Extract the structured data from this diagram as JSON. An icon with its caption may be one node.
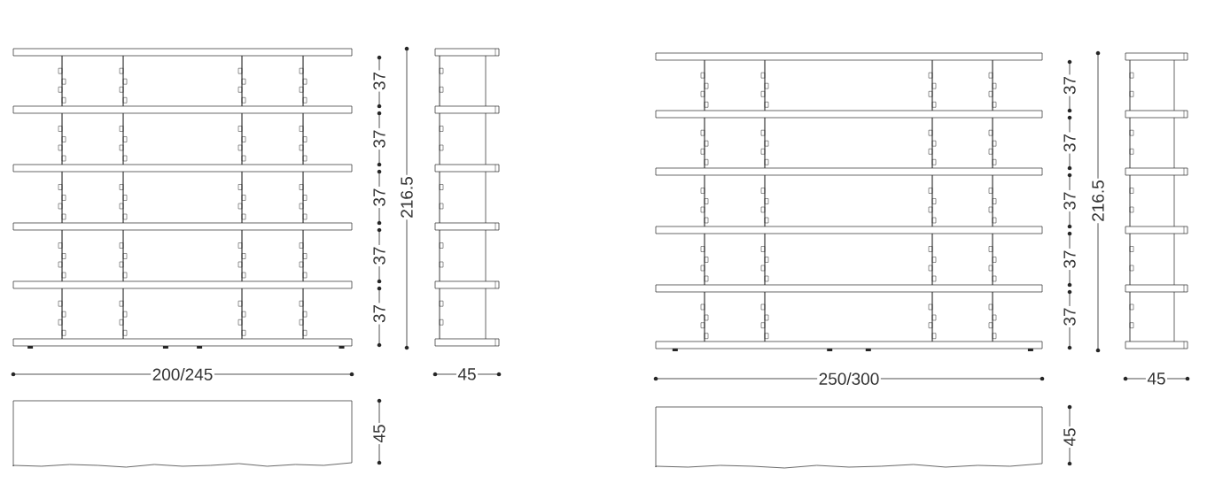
{
  "diagram": {
    "labels": [
      "37",
      "37",
      "37",
      "37",
      "37",
      "216.5",
      "200/245",
      "45",
      "45",
      "37",
      "37",
      "37",
      "37",
      "37",
      "216.5",
      "250/300",
      "45",
      "45"
    ]
  }
}
